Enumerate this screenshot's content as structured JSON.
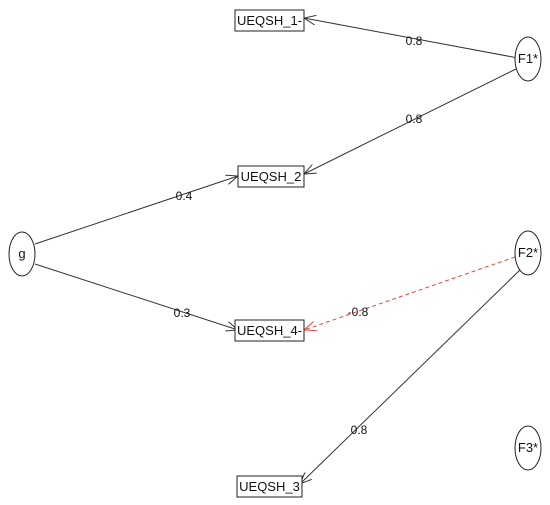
{
  "diagram": {
    "nodes": {
      "uq1": {
        "label": "UEQSH_1-",
        "kind": "box"
      },
      "uq2": {
        "label": "UEQSH_2",
        "kind": "box"
      },
      "uq4": {
        "label": "UEQSH_4-",
        "kind": "box"
      },
      "uq3": {
        "label": "UEQSH_3",
        "kind": "box"
      },
      "g": {
        "label": "g",
        "kind": "ellipse"
      },
      "f1": {
        "label": "F1*",
        "kind": "ellipse"
      },
      "f2": {
        "label": "F2*",
        "kind": "ellipse"
      },
      "f3": {
        "label": "F3*",
        "kind": "ellipse"
      }
    },
    "edges": [
      {
        "from": "f1",
        "to": "uq1",
        "label": "0.8",
        "sign": "positive",
        "color": "#333333"
      },
      {
        "from": "f1",
        "to": "uq2",
        "label": "0.8",
        "sign": "positive",
        "color": "#333333"
      },
      {
        "from": "g",
        "to": "uq2",
        "label": "0.4",
        "sign": "positive",
        "color": "#333333"
      },
      {
        "from": "g",
        "to": "uq4",
        "label": "0.3",
        "sign": "positive",
        "color": "#333333"
      },
      {
        "from": "f2",
        "to": "uq4",
        "label": "-0.8",
        "sign": "negative",
        "color": "#e8433c"
      },
      {
        "from": "f2",
        "to": "uq3",
        "label": "0.8",
        "sign": "positive",
        "color": "#333333"
      }
    ]
  }
}
